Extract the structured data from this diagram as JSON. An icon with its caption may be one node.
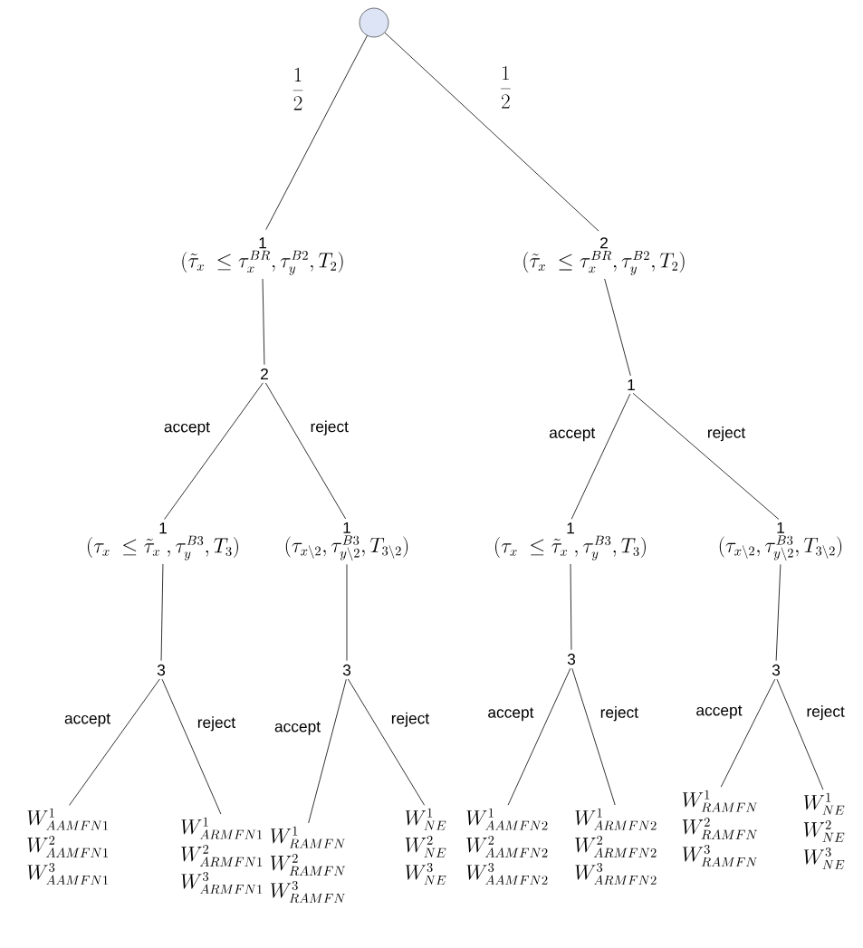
{
  "diagram": {
    "nodes": [
      {
        "text": [],
        "shape": "circle"
      },
      {
        "text": [
          "1",
          "(\\tilde{\\tau}_x \\ \\le \\tau_x^{BR}, \\tau_y^{B2}, T_2)"
        ]
      },
      {
        "text": [
          "2",
          "(\\tilde{\\tau}_x \\ \\le \\tau_x^{BR}, \\tau_y^{B2}, T_2)"
        ]
      },
      {
        "text": [
          "2"
        ]
      },
      {
        "text": [
          "1"
        ]
      },
      {
        "text": [
          "1",
          "(\\tau_x \\ \\le \\tilde{\\tau}_x\\ , \\tau_y^{B3}, T_3)"
        ]
      },
      {
        "text": [
          "1",
          "(\\tau_{x\\backslash 2}, \\tau_{y\\backslash 2}^{B3}, T_{3\\backslash 2})"
        ]
      },
      {
        "text": [
          "1",
          "(\\tau_x \\ \\le \\tilde{\\tau}_x\\ , \\tau_y^{B3}, T_3)"
        ]
      },
      {
        "text": [
          "1",
          "(\\tau_{x\\backslash 2}, \\tau_{y\\backslash 2}^{B3}, T_{3\\backslash 2})"
        ]
      },
      {
        "text": [
          "3"
        ]
      },
      {
        "text": [
          "3"
        ]
      },
      {
        "text": [
          "3"
        ]
      },
      {
        "text": [
          "3"
        ]
      },
      {
        "text": [
          "W_{AAMFN1}^{1}",
          "W_{AAMFN1}^{2}",
          "W_{AAMFN1}^{3}"
        ]
      },
      {
        "text": [
          "W_{ARMFN1}^{1}",
          "W_{ARMFN1}^{2}",
          "W_{ARMFN1}^{3}"
        ]
      },
      {
        "text": [
          "W_{RAMFN}^{1}",
          "W_{RAMFN}^{2}",
          "W_{RAMFN}^{3}"
        ]
      },
      {
        "text": [
          "W_{NE}^{1}",
          "W_{NE}^{2}",
          "W_{NE}^{3}"
        ]
      },
      {
        "text": [
          "W_{AAMFN2}^{1}",
          "W_{AAMFN2}^{2}",
          "W_{AAMFN2}^{3}"
        ]
      },
      {
        "text": [
          "W_{ARMFN2}^{1}",
          "W_{ARMFN2}^{2}",
          "W_{ARMFN2}^{3}"
        ]
      },
      {
        "text": [
          "W_{RAMFN}^{1}",
          "W_{RAMFN}^{2}",
          "W_{RAMFN}^{3}"
        ]
      },
      {
        "text": [
          "W_{NE}^{1}",
          "W_{NE}^{2}",
          "W_{NE}^{3}"
        ]
      }
    ],
    "edges": [
      {
        "from": 0,
        "to": 1,
        "arrow": "none",
        "label": "\\frac{1}{2}"
      },
      {
        "from": 0,
        "to": 2,
        "arrow": "none",
        "label": "\\frac{1}{2}"
      },
      {
        "from": 1,
        "to": 3,
        "arrow": "none"
      },
      {
        "from": 2,
        "to": 4,
        "arrow": "none"
      },
      {
        "from": 3,
        "to": 5,
        "arrow": "none",
        "label": "accept"
      },
      {
        "from": 3,
        "to": 6,
        "arrow": "none",
        "label": "reject"
      },
      {
        "from": 4,
        "to": 7,
        "arrow": "none",
        "label": "accept"
      },
      {
        "from": 4,
        "to": 8,
        "arrow": "none",
        "label": "reject"
      },
      {
        "from": 5,
        "to": 9,
        "arrow": "none"
      },
      {
        "from": 6,
        "to": 10,
        "arrow": "none"
      },
      {
        "from": 7,
        "to": 11,
        "arrow": "none"
      },
      {
        "from": 8,
        "to": 12,
        "arrow": "none"
      },
      {
        "from": 9,
        "to": 13,
        "arrow": "none",
        "label": "accept"
      },
      {
        "from": 9,
        "to": 14,
        "arrow": "none",
        "label": "reject"
      },
      {
        "from": 10,
        "to": 15,
        "arrow": "none",
        "label": "accept"
      },
      {
        "from": 10,
        "to": 16,
        "arrow": "none",
        "label": "reject"
      },
      {
        "from": 11,
        "to": 17,
        "arrow": "none",
        "label": "accept"
      },
      {
        "from": 11,
        "to": 18,
        "arrow": "none",
        "label": "reject"
      },
      {
        "from": 12,
        "to": 19,
        "arrow": "none",
        "label": "accept"
      },
      {
        "from": 12,
        "to": 20,
        "arrow": "none",
        "label": "reject"
      }
    ]
  }
}
